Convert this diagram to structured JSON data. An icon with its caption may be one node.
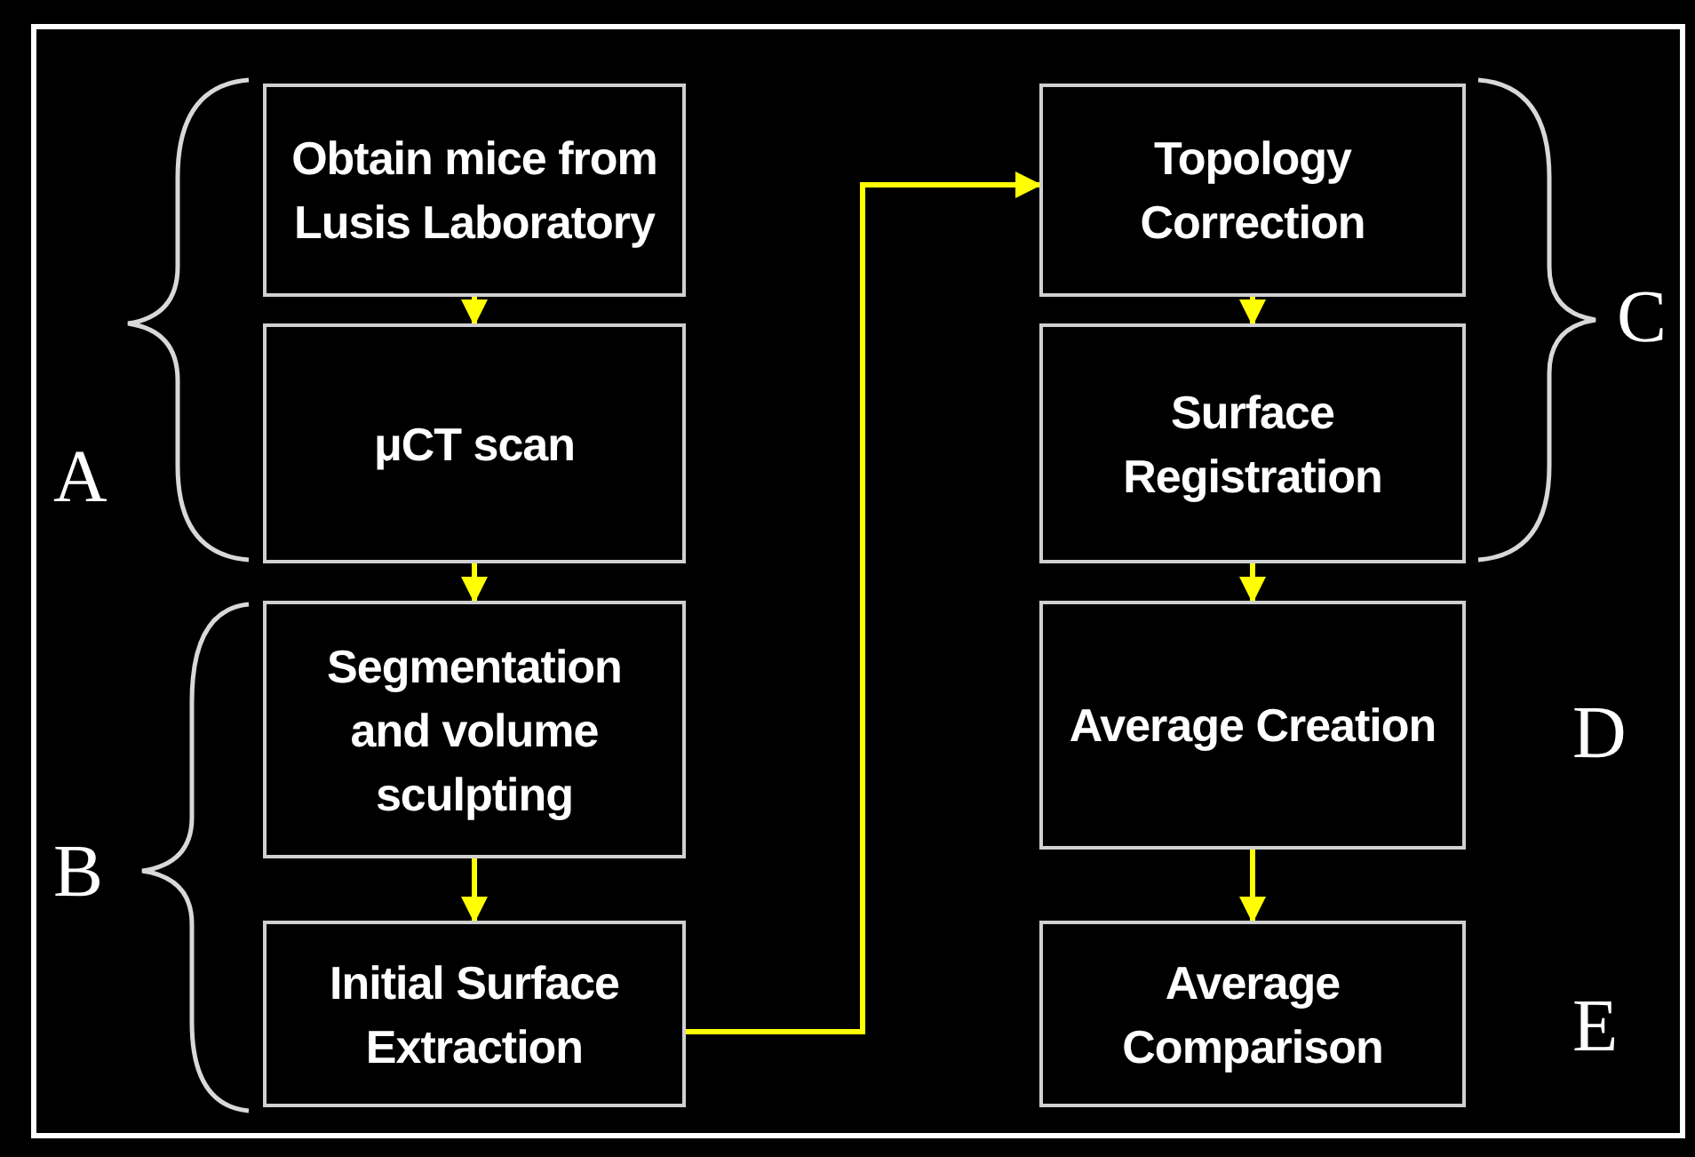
{
  "diagram": {
    "nodes": [
      {
        "text": [
          "Obtain mice from Lusis Laboratory"
        ]
      },
      {
        "text": [
          "μCT scan"
        ]
      },
      {
        "text": [
          "Segmentation and volume sculpting"
        ]
      },
      {
        "text": [
          "Initial Surface Extraction"
        ]
      },
      {
        "text": [
          "Topology Correction"
        ]
      },
      {
        "text": [
          "Surface Registration"
        ]
      },
      {
        "text": [
          "Average Creation"
        ]
      },
      {
        "text": [
          "Average Comparison"
        ]
      }
    ],
    "edges": [
      {
        "from": 0,
        "to": 1,
        "arrow": "to"
      },
      {
        "from": 1,
        "to": 2,
        "arrow": "to"
      },
      {
        "from": 2,
        "to": 3,
        "arrow": "to"
      },
      {
        "from": 3,
        "to": 4,
        "arrow": "to"
      },
      {
        "from": 4,
        "to": 5,
        "arrow": "to"
      },
      {
        "from": 5,
        "to": 6,
        "arrow": "to"
      },
      {
        "from": 6,
        "to": 7,
        "arrow": "to"
      }
    ],
    "labels": [
      "A",
      "B",
      "C",
      "D",
      "E"
    ]
  }
}
